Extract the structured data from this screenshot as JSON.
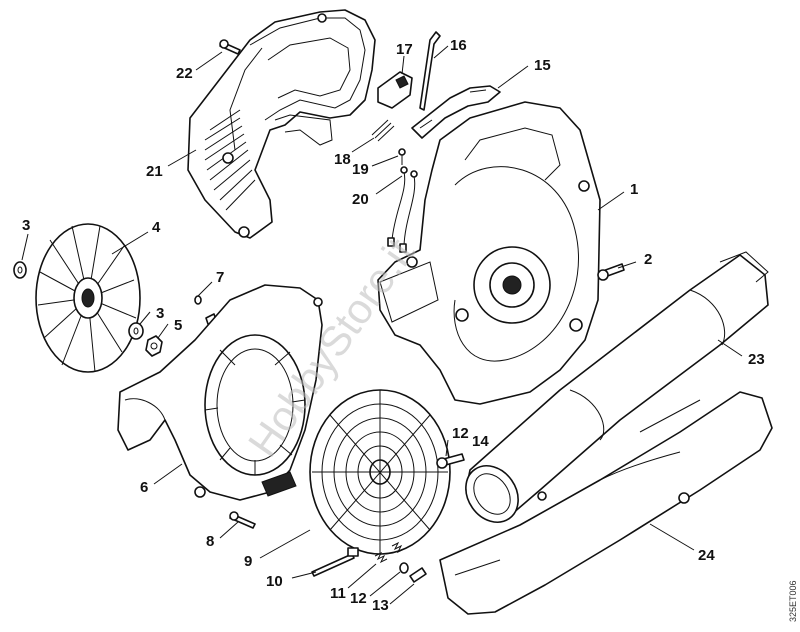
{
  "labels": {
    "p1": "1",
    "p2": "2",
    "p3a": "3",
    "p3b": "3",
    "p4": "4",
    "p5": "5",
    "p6": "6",
    "p7": "7",
    "p8": "8",
    "p9": "9",
    "p10": "10",
    "p11": "11",
    "p12a": "12",
    "p12b": "12",
    "p13": "13",
    "p14": "14",
    "p15": "15",
    "p16": "16",
    "p17": "17",
    "p18": "18",
    "p19": "19",
    "p20": "20",
    "p21": "21",
    "p22": "22",
    "p23": "23",
    "p24": "24"
  },
  "watermark": "HobbyStore.it",
  "drawing_code": "325ET006"
}
